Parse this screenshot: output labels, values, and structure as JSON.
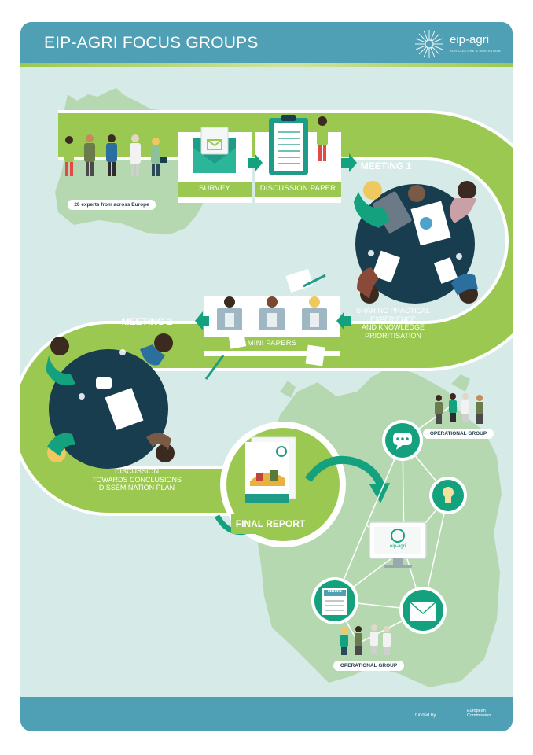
{
  "header": {
    "title": "EIP-AGRI FOCUS GROUPS",
    "logo_text": "eip-agri",
    "logo_subtext": "AGRICULTURE & INNOVATION"
  },
  "flow": {
    "experts_label": "20 experts from across Europe",
    "survey_label": "SURVEY",
    "discussion_paper_label": "DISCUSSION PAPER",
    "meeting1_label": "MEETING 1",
    "sharing_caption": [
      "SHARING PRACTICAL",
      "EXPERIENCE",
      "AND KNOWLEDGE",
      "PRIORITISATION"
    ],
    "mini_papers_label": "MINI PAPERS",
    "meeting2_label": "MEETING 2",
    "discussion_caption": [
      "DISCUSSION",
      "TOWARDS CONCLUSIONS",
      "DISSEMINATION PLAN"
    ],
    "final_report_label": "FINAL REPORT",
    "news_label": "NEWS",
    "computer_logo_label": "eip-agri"
  },
  "network": {
    "operational_group_top": "OPERATIONAL GROUP",
    "operational_group_bottom": "OPERATIONAL GROUP"
  },
  "footer": {
    "funded_by": "funded by",
    "ec_label": [
      "European",
      "Commission"
    ]
  },
  "colors": {
    "poster_bg": "#d6ebe8",
    "header_blue": "#4f9fb5",
    "green_band": "#9bc850",
    "dark_teal": "#173d4f",
    "teal_circle": "#1f9c87",
    "accent_green": "#13a27d"
  }
}
